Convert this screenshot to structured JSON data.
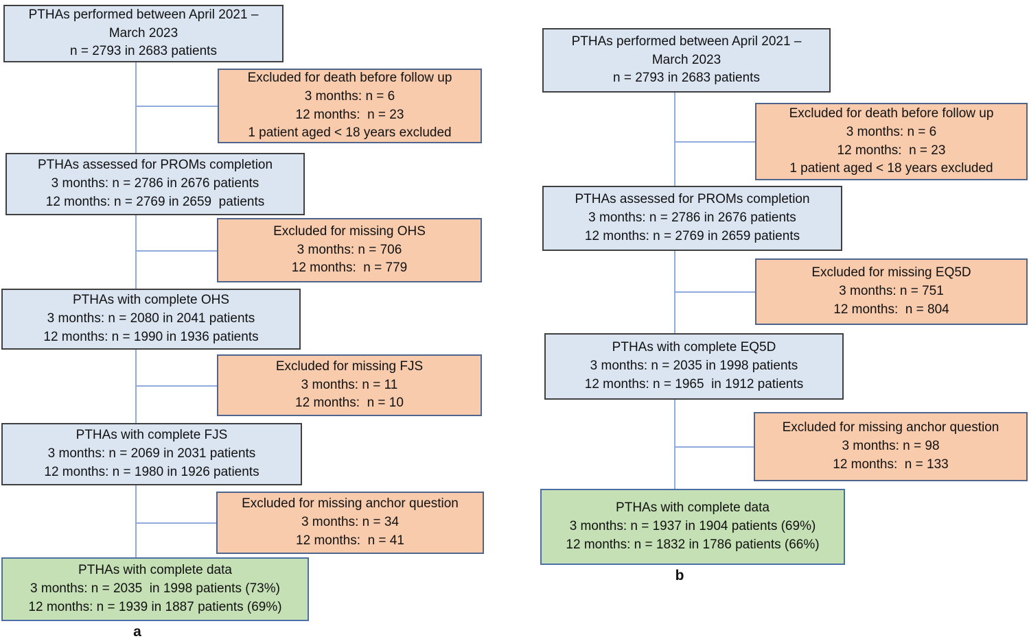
{
  "colors": {
    "main_box_fill": "#dbe5f1",
    "main_box_border": "#3f3f3f",
    "excluded_box_fill": "#f8cbad",
    "excluded_box_border": "#4d648d",
    "final_box_fill": "#c5e0b4",
    "final_box_border": "#4a6fa5",
    "connector_line": "#8faadc",
    "text": "#111111"
  },
  "panel_a": {
    "label": "a",
    "population": "PTHAs performed between April 2021 –\nMarch 2023\nn = 2793 in 2683 patients",
    "excluded_death": "Excluded for death before follow up\n3 months: n = 6\n12 months:  n = 23\n1 patient aged < 18 years excluded",
    "assessed": "PTHAs assessed for PROMs completion\n3 months: n = 2786 in 2676 patients\n12 months: n = 2769 in 2659  patients",
    "excluded_missing_ohs": "Excluded for missing OHS\n3 months: n = 706\n12 months:  n = 779",
    "complete_ohs": "PTHAs with complete OHS\n3 months: n = 2080 in 2041 patients\n12 months: n = 1990 in 1936 patients",
    "excluded_missing_fjs": "Excluded for missing FJS\n3 months: n = 11\n12 months:  n = 10",
    "complete_fjs": "PTHAs with complete FJS\n3 months: n = 2069 in 2031 patients\n12 months: n = 1980 in 1926 patients",
    "excluded_anchor": "Excluded for missing anchor question\n3 months: n = 34\n12 months:  n = 41",
    "complete_data": "PTHAs with complete data\n3 months: n = 2035  in 1998 patients (73%)\n12 months: n = 1939 in 1887 patients (69%)"
  },
  "panel_b": {
    "label": "b",
    "population": "PTHAs performed between April 2021 –\nMarch 2023\nn = 2793 in 2683 patients",
    "excluded_death": "Excluded for death before follow up\n3 months: n = 6\n12 months:  n = 23\n1 patient aged < 18 years excluded",
    "assessed": "PTHAs assessed for PROMs completion\n3 months: n = 2786 in 2676 patients\n12 months: n = 2769 in 2659 patients",
    "excluded_missing_eq5d": "Excluded for missing EQ5D\n3 months: n = 751\n12 months:  n = 804",
    "complete_eq5d": "PTHAs with complete EQ5D\n3 months: n = 2035 in 1998 patients\n12 months: n = 1965  in 1912 patients",
    "excluded_anchor": "Excluded for missing anchor question\n3 months: n = 98\n12 months:  n = 133",
    "complete_data": "PTHAs with complete data\n3 months: n = 1937 in 1904 patients (69%)\n12 months: n = 1832 in 1786 patients (66%)"
  }
}
